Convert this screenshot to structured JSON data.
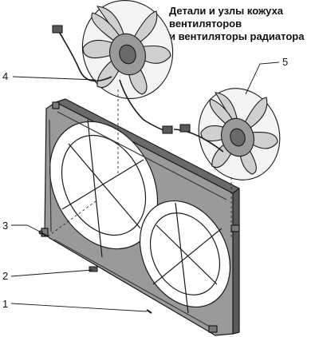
{
  "title_lines": [
    "Детали и узлы кожуха",
    "вентиляторов",
    "и вентиляторы радиатора"
  ],
  "callouts": [
    {
      "id": "1",
      "label": "1"
    },
    {
      "id": "2",
      "label": "2"
    },
    {
      "id": "3",
      "label": "3"
    },
    {
      "id": "4",
      "label": "4"
    },
    {
      "id": "5",
      "label": "5"
    }
  ],
  "colors": {
    "line": "#1a1a1a",
    "frame_fill": "#8f8f8f",
    "frame_dark": "#4a4a4a",
    "blade_fill": "#d6d6d6",
    "hub_fill": "#9a9a9a"
  }
}
